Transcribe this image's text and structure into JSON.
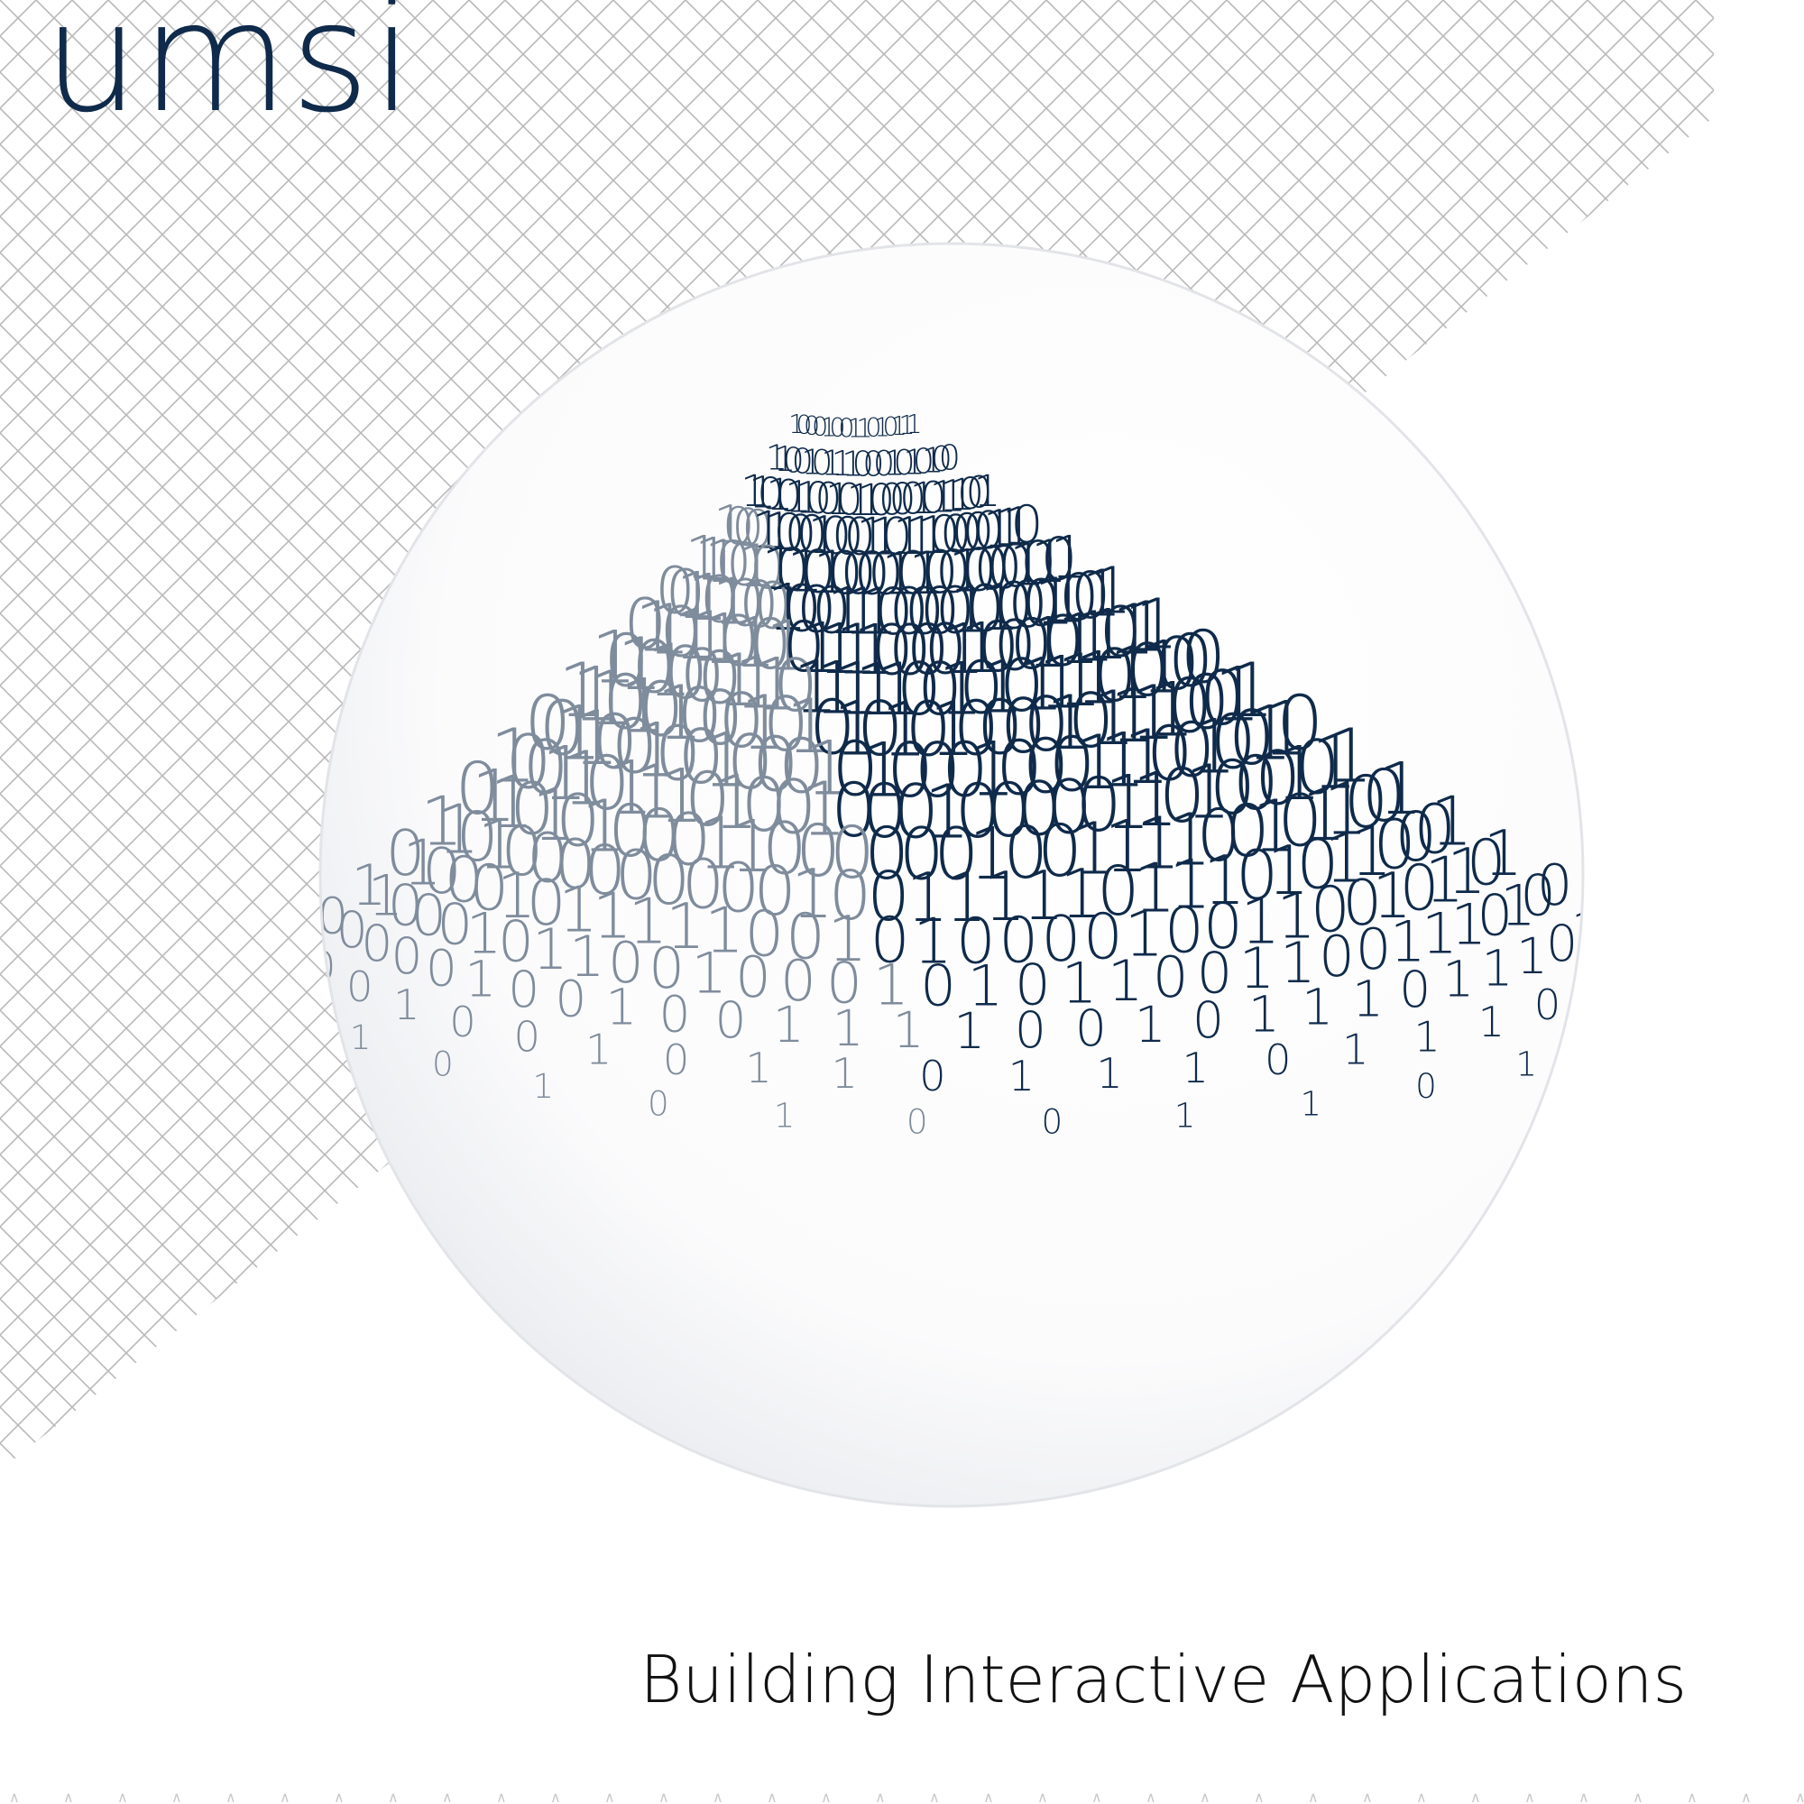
{
  "brand": {
    "logo_text": "umsi",
    "logo_color": "#0f2a4a"
  },
  "cover": {
    "title": "Building Interactive Applications",
    "title_color": "#111111"
  },
  "colors": {
    "background": "#ffffff",
    "grid": "#b9b9b9",
    "digits_dark": "#0f2a4a",
    "digits_light": "#7f8c9c"
  },
  "sphere": {
    "bands": [
      "100010011010111",
      "1100101110001010100",
      "1101011001011000010111001",
      "1000110001000110111000001110",
      "1110010101010000101001000010101",
      "001101000100011100000101000110011",
      "0110111010101111000011000101110111",
      "1010100011101111100101011110101000",
      "1110101000101010101000010111100011",
      "0011001001000101000100011100100110",
      "1001101110100100010000011010001011",
      "0110101000110000001001111001011001",
      "1101000000000100111110111010110001",
      "0100010111110010100001001100101101",
      "1100010110010001010110011001110100",
      "00000100100111100101110111010",
      "0001001011011101110110",
      "1010101001101110"
    ]
  }
}
